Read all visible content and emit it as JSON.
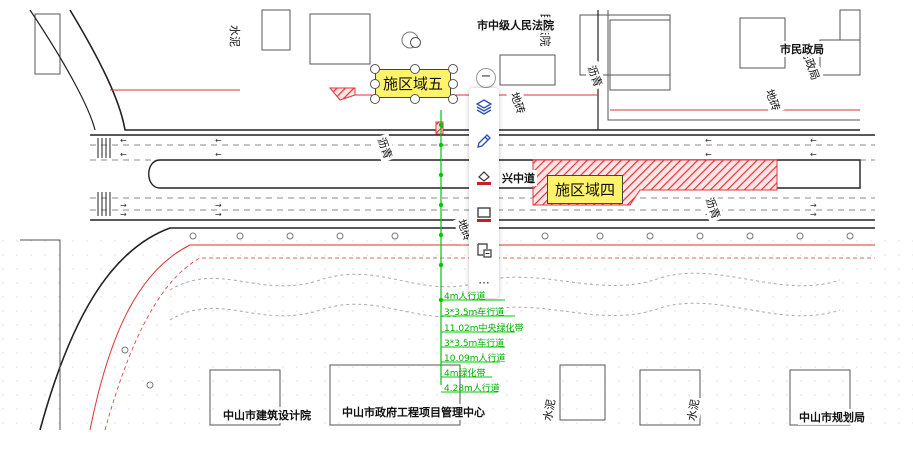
{
  "zones": {
    "zone5": {
      "label": "施区域五",
      "color": "#fff36b"
    },
    "zone4": {
      "label": "施区域四",
      "color": "#fff36b"
    }
  },
  "map_labels": {
    "court": "市中级人民法院",
    "civil_affairs": "市民政局",
    "road_name": "兴中道",
    "design_institute": "中山市建筑设计院",
    "project_center": "中山市政府工程项目管理中心",
    "planning_bureau": "中山市规划局"
  },
  "road_text": {
    "cement_left": "水泥",
    "cement_bottom": "水泥",
    "cement_bottom_right": "水泥",
    "brick_1": "地砖",
    "brick_2": "地砖",
    "brick_3": "地砖",
    "asphalt_1": "沥青",
    "asphalt_2": "沥青",
    "asphalt_3": "沥青",
    "civil_law": "民法院",
    "civil_bureau": "民政局"
  },
  "dimension_labels": [
    "4m人行道",
    "3*3.5m车行道",
    "11.02m中央绿化带",
    "3*3.5m车行道",
    "10.09m人行道",
    "4m绿化带",
    "4.28m人行道"
  ],
  "toolbar": {
    "items": [
      "layers-icon",
      "pen-icon",
      "fill-icon",
      "frame-icon",
      "note-icon",
      "more-icon"
    ],
    "more_label": "···",
    "collapse_label": "−"
  },
  "colors": {
    "hatch_red": "#e8323a",
    "dim_green": "#00c800",
    "line_dark": "#222222"
  }
}
